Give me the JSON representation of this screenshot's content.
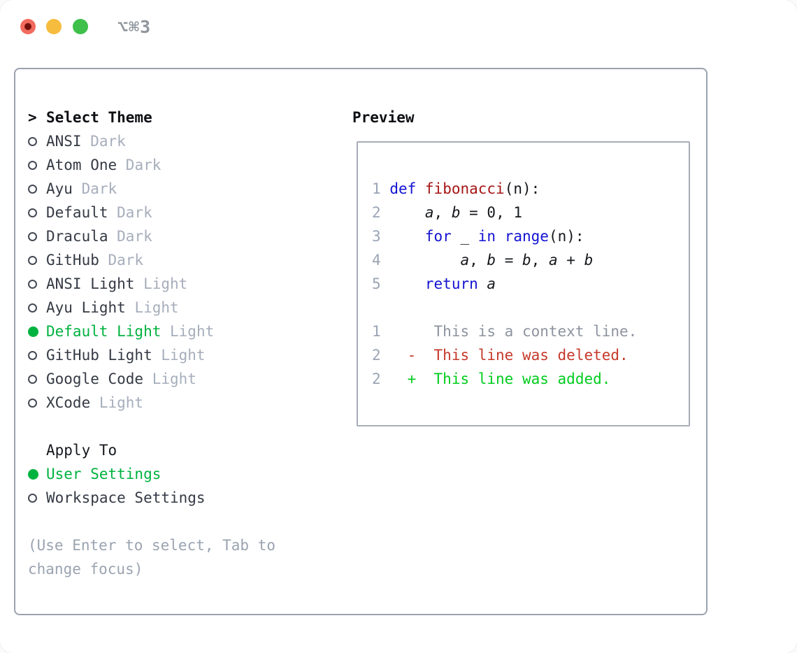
{
  "window": {
    "title": "⌥⌘3"
  },
  "theme_picker": {
    "header": {
      "prefix": ">",
      "label": "Select Theme"
    },
    "items": [
      {
        "name": "ANSI",
        "variant": "Dark",
        "selected": false
      },
      {
        "name": "Atom One",
        "variant": "Dark",
        "selected": false
      },
      {
        "name": "Ayu",
        "variant": "Dark",
        "selected": false
      },
      {
        "name": "Default",
        "variant": "Dark",
        "selected": false
      },
      {
        "name": "Dracula",
        "variant": "Dark",
        "selected": false
      },
      {
        "name": "GitHub",
        "variant": "Dark",
        "selected": false
      },
      {
        "name": "ANSI Light",
        "variant": "Light",
        "selected": false
      },
      {
        "name": "Ayu Light",
        "variant": "Light",
        "selected": false
      },
      {
        "name": "Default Light",
        "variant": "Light",
        "selected": true
      },
      {
        "name": "GitHub Light",
        "variant": "Light",
        "selected": false
      },
      {
        "name": "Google Code",
        "variant": "Light",
        "selected": false
      },
      {
        "name": "XCode",
        "variant": "Light",
        "selected": false
      }
    ]
  },
  "apply_to": {
    "label": "Apply To",
    "options": [
      {
        "label": "User Settings",
        "selected": true
      },
      {
        "label": "Workspace Settings",
        "selected": false
      }
    ]
  },
  "hint": "(Use Enter to select, Tab to change focus)",
  "preview": {
    "label": "Preview",
    "lines": [
      {
        "num": "1",
        "segments": [
          {
            "text": "def",
            "style": "keyword"
          },
          {
            "text": " ",
            "style": "plain"
          },
          {
            "text": "fibonacci",
            "style": "function"
          },
          {
            "text": "(n):",
            "style": "plain"
          }
        ]
      },
      {
        "num": "2",
        "segments": [
          {
            "text": "    ",
            "style": "plain"
          },
          {
            "text": "a",
            "style": "variable"
          },
          {
            "text": ", ",
            "style": "plain"
          },
          {
            "text": "b",
            "style": "variable"
          },
          {
            "text": " = 0, 1",
            "style": "plain"
          }
        ]
      },
      {
        "num": "3",
        "segments": [
          {
            "text": "    ",
            "style": "plain"
          },
          {
            "text": "for",
            "style": "keyword"
          },
          {
            "text": " _ ",
            "style": "plain"
          },
          {
            "text": "in",
            "style": "keyword"
          },
          {
            "text": " ",
            "style": "plain"
          },
          {
            "text": "range",
            "style": "keyword"
          },
          {
            "text": "(n):",
            "style": "plain"
          }
        ]
      },
      {
        "num": "4",
        "segments": [
          {
            "text": "        ",
            "style": "plain"
          },
          {
            "text": "a",
            "style": "variable"
          },
          {
            "text": ", ",
            "style": "plain"
          },
          {
            "text": "b",
            "style": "variable"
          },
          {
            "text": " = ",
            "style": "plain"
          },
          {
            "text": "b",
            "style": "variable"
          },
          {
            "text": ", ",
            "style": "plain"
          },
          {
            "text": "a",
            "style": "variable"
          },
          {
            "text": " + ",
            "style": "plain"
          },
          {
            "text": "b",
            "style": "variable"
          }
        ]
      },
      {
        "num": "5",
        "segments": [
          {
            "text": "    ",
            "style": "plain"
          },
          {
            "text": "return",
            "style": "keyword"
          },
          {
            "text": " ",
            "style": "plain"
          },
          {
            "text": "a",
            "style": "variable"
          }
        ]
      },
      {
        "num": "",
        "segments": []
      },
      {
        "num": "1",
        "segments": [
          {
            "text": "     This is a context line.",
            "style": "context"
          }
        ]
      },
      {
        "num": "2",
        "segments": [
          {
            "text": "  -  This line was deleted.",
            "style": "deleted"
          }
        ]
      },
      {
        "num": "2",
        "segments": [
          {
            "text": "  +  This line was added.",
            "style": "added"
          }
        ]
      }
    ]
  },
  "colors": {
    "accent_green": "#00b23f",
    "added_green": "#00cd1e",
    "deleted_red": "#c5392a",
    "keyword_blue": "#1212d2",
    "function_red": "#a61616",
    "muted_gray": "#a6aebb",
    "border_gray": "#9aa2ad"
  }
}
